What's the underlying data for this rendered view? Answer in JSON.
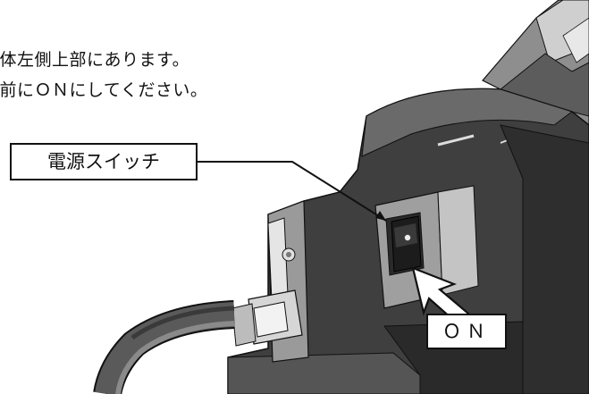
{
  "instructions": {
    "line1": "本体左側上部にあります。",
    "line2": "る前にＯＮにしてください。"
  },
  "callouts": {
    "power_switch": "電源スイッチ",
    "on": "ＯＮ"
  },
  "colors": {
    "device_dark": "#3a3a3a",
    "device_mid": "#6b6b6b",
    "device_light": "#bdbdbd",
    "outline": "#111111"
  },
  "icons": {
    "arrow": "pointer-arrow-icon",
    "switch": "rocker-switch-icon"
  }
}
